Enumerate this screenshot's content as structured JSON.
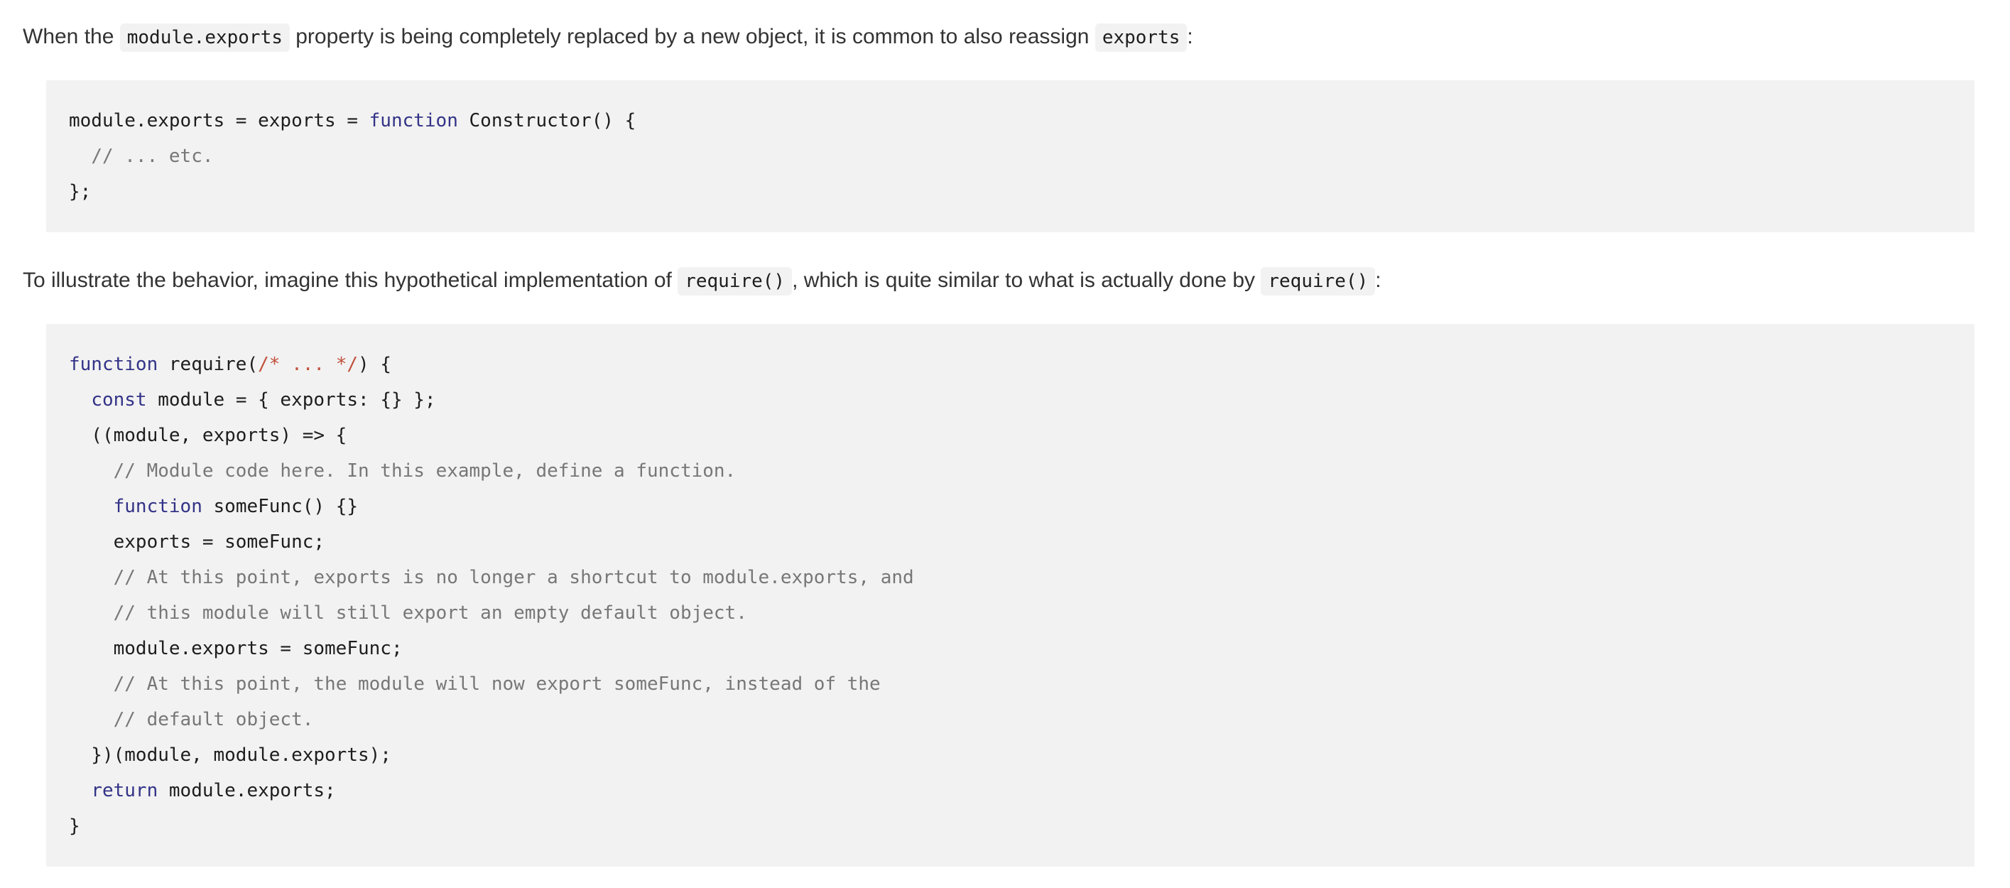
{
  "colors": {
    "page_background": "#ffffff",
    "body_text": "#333333",
    "code_background": "#f2f2f2",
    "code_text": "#1d1d1d",
    "keyword": "#333388",
    "comment": "#777777",
    "special_comment": "#c0513b"
  },
  "paragraph1": {
    "parts": [
      {
        "text": "When the ",
        "code": false
      },
      {
        "text": "module.exports",
        "code": true
      },
      {
        "text": " property is being completely replaced by a new object, it is common to also reassign ",
        "code": false
      },
      {
        "text": "exports",
        "code": true
      },
      {
        "text": ":",
        "code": false
      }
    ]
  },
  "code_block1": {
    "lines": [
      [
        {
          "t": "module.exports = exports = ",
          "c": "plain"
        },
        {
          "t": "function",
          "c": "kw"
        },
        {
          "t": " Constructor() {",
          "c": "plain"
        }
      ],
      [
        {
          "t": "  ",
          "c": "plain"
        },
        {
          "t": "// ... etc.",
          "c": "cm"
        }
      ],
      [
        {
          "t": "};",
          "c": "plain"
        }
      ]
    ]
  },
  "paragraph2": {
    "parts": [
      {
        "text": "To illustrate the behavior, imagine this hypothetical implementation of ",
        "code": false
      },
      {
        "text": "require()",
        "code": true
      },
      {
        "text": ", which is quite similar to what is actually done by ",
        "code": false
      },
      {
        "text": "require()",
        "code": true
      },
      {
        "text": ":",
        "code": false
      }
    ]
  },
  "code_block2": {
    "lines": [
      [
        {
          "t": "function",
          "c": "kw"
        },
        {
          "t": " require(",
          "c": "plain"
        },
        {
          "t": "/* ... */",
          "c": "rd"
        },
        {
          "t": ") {",
          "c": "plain"
        }
      ],
      [
        {
          "t": "  ",
          "c": "plain"
        },
        {
          "t": "const",
          "c": "kw"
        },
        {
          "t": " module = { exports: {} };",
          "c": "plain"
        }
      ],
      [
        {
          "t": "  ((module, exports) => {",
          "c": "plain"
        }
      ],
      [
        {
          "t": "    ",
          "c": "plain"
        },
        {
          "t": "// Module code here. In this example, define a function.",
          "c": "cm"
        }
      ],
      [
        {
          "t": "    ",
          "c": "plain"
        },
        {
          "t": "function",
          "c": "kw"
        },
        {
          "t": " someFunc() {}",
          "c": "plain"
        }
      ],
      [
        {
          "t": "    exports = someFunc;",
          "c": "plain"
        }
      ],
      [
        {
          "t": "    ",
          "c": "plain"
        },
        {
          "t": "// At this point, exports is no longer a shortcut to module.exports, and",
          "c": "cm"
        }
      ],
      [
        {
          "t": "    ",
          "c": "plain"
        },
        {
          "t": "// this module will still export an empty default object.",
          "c": "cm"
        }
      ],
      [
        {
          "t": "    module.exports = someFunc;",
          "c": "plain"
        }
      ],
      [
        {
          "t": "    ",
          "c": "plain"
        },
        {
          "t": "// At this point, the module will now export someFunc, instead of the",
          "c": "cm"
        }
      ],
      [
        {
          "t": "    ",
          "c": "plain"
        },
        {
          "t": "// default object.",
          "c": "cm"
        }
      ],
      [
        {
          "t": "  })(module, module.exports);",
          "c": "plain"
        }
      ],
      [
        {
          "t": "  ",
          "c": "plain"
        },
        {
          "t": "return",
          "c": "kw"
        },
        {
          "t": " module.exports;",
          "c": "plain"
        }
      ],
      [
        {
          "t": "}",
          "c": "plain"
        }
      ]
    ]
  }
}
